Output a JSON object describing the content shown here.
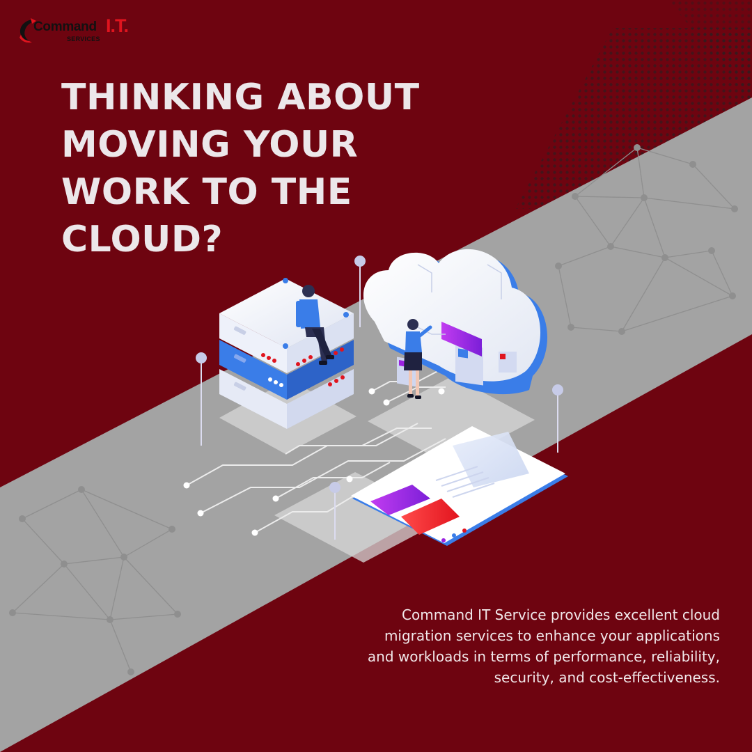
{
  "brand": {
    "name_part1": "Command",
    "name_part2": "I.T.",
    "tagline": "SERVICES"
  },
  "headline": {
    "lines": [
      "THINKING ABOUT",
      "MOVING YOUR",
      "WORK TO THE",
      "CLOUD?"
    ]
  },
  "body": {
    "lines": [
      "Command IT Service provides excellent cloud",
      "migration services to enhance your applications",
      "and workloads in terms of performance, reliability,",
      "security, and cost-effectiveness."
    ]
  },
  "colors": {
    "background": "#6e0410",
    "band": "#a3a3a3",
    "headline_text": "#ece7ea",
    "accent_blue": "#3a7de8",
    "accent_red": "#e0141e",
    "accent_purple": "#9b22e0"
  },
  "icons": {
    "logo": "command-it-swoosh-logo",
    "server": "server-rack-illustration",
    "cloud": "cloud-illustration",
    "browser": "browser-window-illustration"
  }
}
